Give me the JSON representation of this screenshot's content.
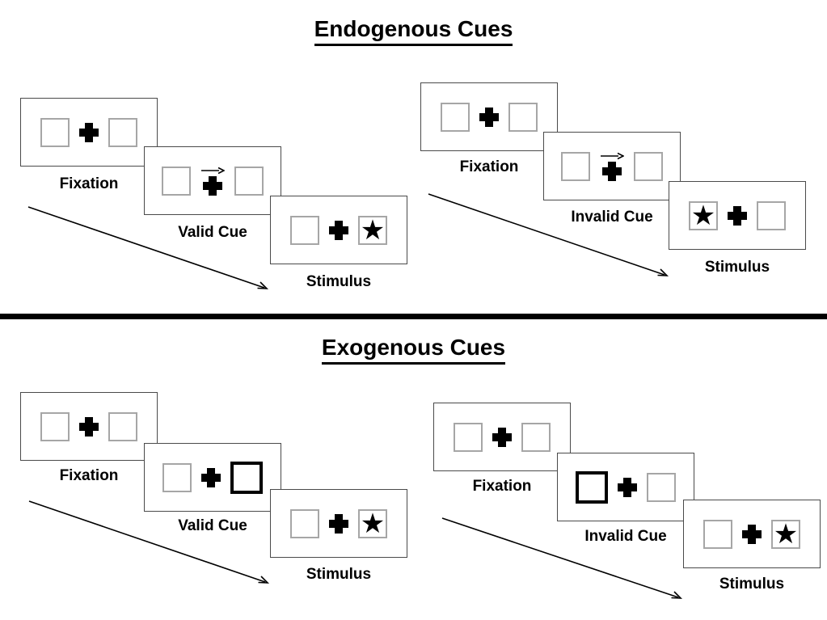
{
  "colors": {
    "background": "#ffffff",
    "panel_border": "#4a4a4a",
    "placeholder_box_border": "#a6a6a6",
    "ink": "#000000"
  },
  "icons": {
    "star_glyph": "★",
    "fixation_cross": "plus-shape",
    "endogenous_cue_arrow_direction": "right"
  },
  "divider": {
    "style": "thick-black-horizontal-rule"
  },
  "sections": [
    {
      "title": "Endogenous Cues",
      "sequences": [
        {
          "validity": "valid",
          "panels": [
            {
              "label": "Fixation",
              "kind": "fixation"
            },
            {
              "label": "Valid Cue",
              "kind": "central-arrow-cue",
              "arrow_direction": "right"
            },
            {
              "label": "Stimulus",
              "kind": "stimulus",
              "star_side": "right"
            }
          ]
        },
        {
          "validity": "invalid",
          "panels": [
            {
              "label": "Fixation",
              "kind": "fixation"
            },
            {
              "label": "Invalid Cue",
              "kind": "central-arrow-cue",
              "arrow_direction": "right"
            },
            {
              "label": "Stimulus",
              "kind": "stimulus",
              "star_side": "left"
            }
          ]
        }
      ]
    },
    {
      "title": "Exogenous Cues",
      "sequences": [
        {
          "validity": "valid",
          "panels": [
            {
              "label": "Fixation",
              "kind": "fixation"
            },
            {
              "label": "Valid Cue",
              "kind": "peripheral-box-cue",
              "cue_side": "right"
            },
            {
              "label": "Stimulus",
              "kind": "stimulus",
              "star_side": "right"
            }
          ]
        },
        {
          "validity": "invalid",
          "panels": [
            {
              "label": "Fixation",
              "kind": "fixation"
            },
            {
              "label": "Invalid Cue",
              "kind": "peripheral-box-cue",
              "cue_side": "left"
            },
            {
              "label": "Stimulus",
              "kind": "stimulus",
              "star_side": "right"
            }
          ]
        }
      ]
    }
  ]
}
